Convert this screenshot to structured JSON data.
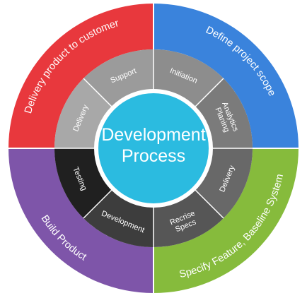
{
  "center": {
    "line1": "Development",
    "line2": "Process",
    "color": "#2bbbe0"
  },
  "outer_ring": [
    {
      "label": "Delivery product to customer",
      "color": "#e8383d"
    },
    {
      "label": "Define project scope",
      "color": "#3a83dc"
    },
    {
      "label": "Specify Feature, Baseline System",
      "color": "#86bb3c"
    },
    {
      "label": "Build Product",
      "color": "#7e55a9"
    }
  ],
  "inner_ring": [
    {
      "label": "Delivery",
      "color": "#a8a8a8"
    },
    {
      "label": "Support",
      "color": "#9b9b9b"
    },
    {
      "label": "Initiation",
      "color": "#8d8d8d"
    },
    {
      "label_lines": [
        "Analytics",
        "Planing"
      ],
      "color": "#7b7b7b"
    },
    {
      "label": "Delivery",
      "color": "#686868"
    },
    {
      "label_lines": [
        "Recrise",
        "Specs"
      ],
      "color": "#565656"
    },
    {
      "label": "Development",
      "color": "#3d3d3d"
    },
    {
      "label": "Testing",
      "color": "#202020"
    }
  ]
}
